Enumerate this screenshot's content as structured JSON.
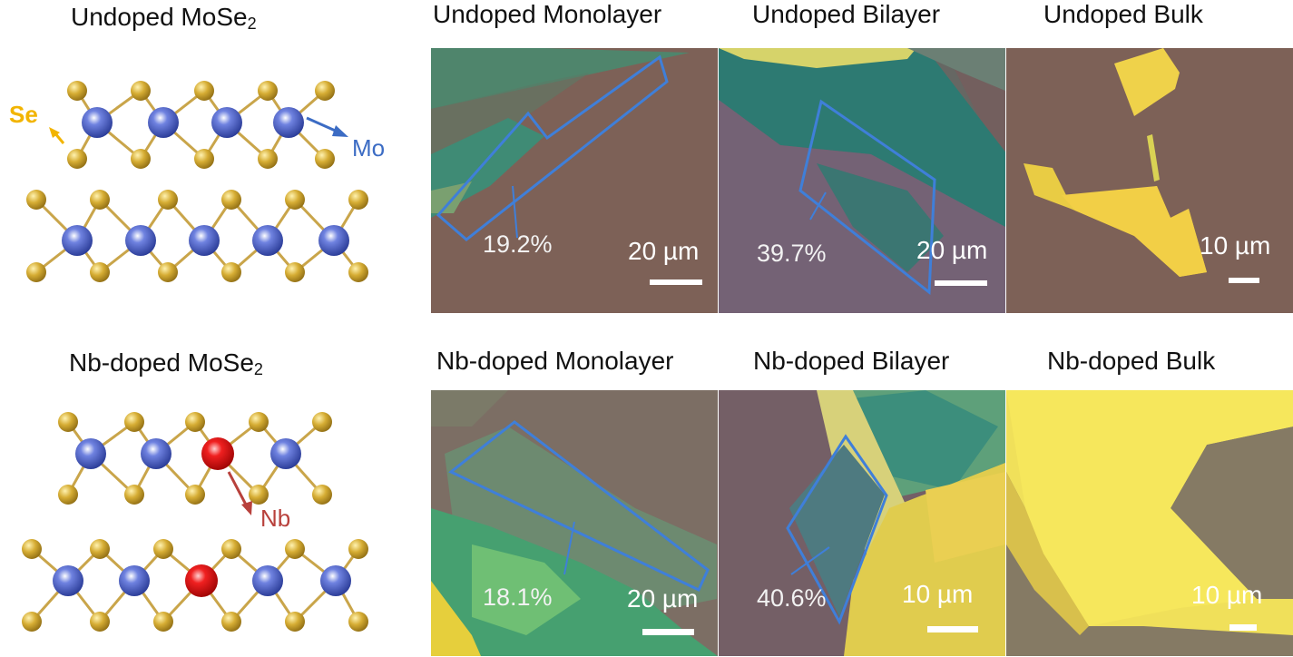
{
  "schematic": {
    "undoped_title": "Undoped MoSe",
    "nb_title": "Nb-doped MoSe",
    "subscript": "2",
    "label_se": "Se",
    "label_mo": "Mo",
    "label_nb": "Nb"
  },
  "colors": {
    "se": "#c9a12a",
    "mo": "#3c52b8",
    "nb": "#d61a1a",
    "se_label": "#f2b400",
    "mo_label": "#3c6cc4",
    "nb_label": "#b8413c",
    "outline": "#3f7fd9",
    "substrate": "#7e6157"
  },
  "panels": [
    {
      "title": "Undoped Monolayer",
      "percent": "19.2%",
      "scale": "20 µm"
    },
    {
      "title": "Undoped Bilayer",
      "percent": "39.7%",
      "scale": "20 µm"
    },
    {
      "title": "Undoped Bulk",
      "scale": "10 µm"
    },
    {
      "title": "Nb-doped Monolayer",
      "percent": "18.1%",
      "scale": "20 µm"
    },
    {
      "title": "Nb-doped Bilayer",
      "percent": "40.6%",
      "scale": "10 µm"
    },
    {
      "title": "Nb-doped Bulk",
      "scale": "10 µm"
    }
  ]
}
